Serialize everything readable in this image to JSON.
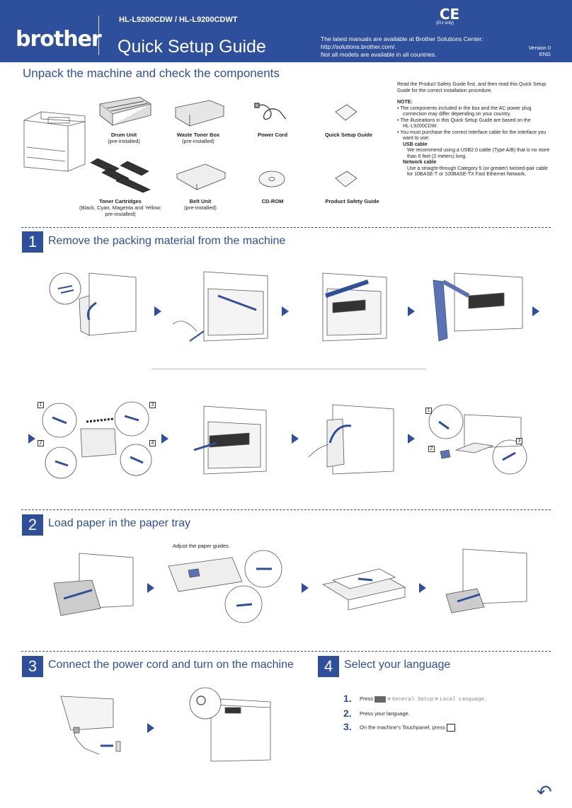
{
  "header": {
    "logo": "brother",
    "model": "HL-L9200CDW / HL-L9200CDWT",
    "title": "Quick Setup Guide",
    "info_line1": "The latest manuals are available at Brother Solutions Center:",
    "info_line2": "http://solutions.brother.com/.",
    "info_line3": "Not all models are available in all countries.",
    "ce_mark": "CE",
    "ce_note": "(EU only)",
    "version": "Version 0",
    "lang": "ENG"
  },
  "unpack": {
    "title": "Unpack the machine and check the components",
    "components": [
      {
        "name": "Drum Unit",
        "sub": "(pre-installed)"
      },
      {
        "name": "Waste Toner Box",
        "sub": "(pre-installed)"
      },
      {
        "name": "Power Cord",
        "sub": ""
      },
      {
        "name": "Quick Setup Guide",
        "sub": ""
      },
      {
        "name": "Toner Cartridges",
        "sub": "(Black, Cyan, Magenta and Yellow;",
        "sub2": "pre-installed)"
      },
      {
        "name": "Belt Unit",
        "sub": "(pre-installed)"
      },
      {
        "name": "CD-ROM",
        "sub": ""
      },
      {
        "name": "Product Safety Guide",
        "sub": ""
      }
    ],
    "note": {
      "intro1": "Read the Product Safety Guide first, and then read this Quick Setup",
      "intro2": "Guide for the correct installation procedure.",
      "heading": "NOTE:",
      "b1a": "• The components included in the box and the AC power plug",
      "b1b": "connection may differ depending on your country.",
      "b2a": "• The illustrations in this Quick Setup Guide are based on the",
      "b2b": "HL-L9200CDW.",
      "b3a": "• You must purchase the correct interface cable for the interface you",
      "b3b": "want to use:",
      "usb_h": "USB cable",
      "usb1": "We recommend using a USB2.0 cable (Type A/B) that is no more",
      "usb2": "than 6 feet (2 meters) long.",
      "net_h": "Network cable",
      "net1": "Use a straight-through Category 5 (or greater) twisted-pair cable",
      "net2": "for 10BASE-T or 100BASE-TX Fast Ethernet Network."
    }
  },
  "steps": {
    "s1": {
      "num": "1",
      "title": "Remove the packing material from the machine"
    },
    "s2": {
      "num": "2",
      "title": "Load paper in the paper tray",
      "adjust": "Adjust the paper guides."
    },
    "s3": {
      "num": "3",
      "title": "Connect the power cord and turn on the machine"
    },
    "s4": {
      "num": "4",
      "title": "Select your language"
    }
  },
  "tags": {
    "t1": "1",
    "t2": "2",
    "t3": "3",
    "t4": "4"
  },
  "language_steps": [
    {
      "num": "1.",
      "pre": "Press",
      "path1": "General Setup",
      "sep": ">",
      "path2": "Local Language",
      "end": "."
    },
    {
      "num": "2.",
      "text": "Press your language."
    },
    {
      "num": "3.",
      "text": "On the machine's Touchpanel, press"
    }
  ],
  "icons": {
    "back": "return-arrow-icon",
    "home": "home-icon",
    "settings_key": "settings-key-icon"
  },
  "colors": {
    "brand": "#2e4f9c"
  }
}
